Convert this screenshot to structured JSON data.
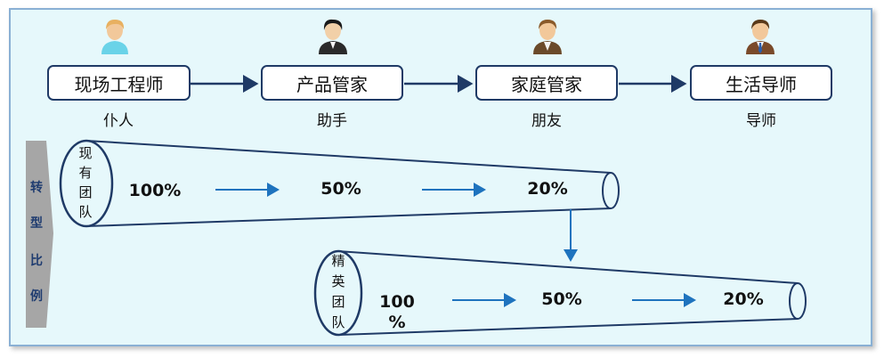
{
  "roles": [
    {
      "label": "现场工程师",
      "relation": "仆人"
    },
    {
      "label": "产品管家",
      "relation": "助手"
    },
    {
      "label": "家庭管家",
      "relation": "朋友"
    },
    {
      "label": "生活导师",
      "relation": "导师"
    }
  ],
  "side_label": [
    "转",
    "型",
    "比",
    "例"
  ],
  "funnels": [
    {
      "team": [
        "现",
        "有",
        "团",
        "队"
      ],
      "percentages": [
        "100%",
        "50%",
        "20%"
      ]
    },
    {
      "team": [
        "精",
        "英",
        "团",
        "队"
      ],
      "percentages": [
        "100",
        "%",
        "50%",
        "20%"
      ]
    }
  ],
  "colors": {
    "box_border": "#1f3a66",
    "arrow_dark": "#1f3a66",
    "arrow_blue": "#1e73be",
    "funnel_stroke": "#1f3a66",
    "panel_bg": "#e6f8fb",
    "side_arrow": "#a6a6a6",
    "side_text": "#1f3c70"
  },
  "icons": [
    "person-female-icon",
    "person-male-dark-icon",
    "person-male-suit-icon",
    "person-male-tie-icon"
  ]
}
